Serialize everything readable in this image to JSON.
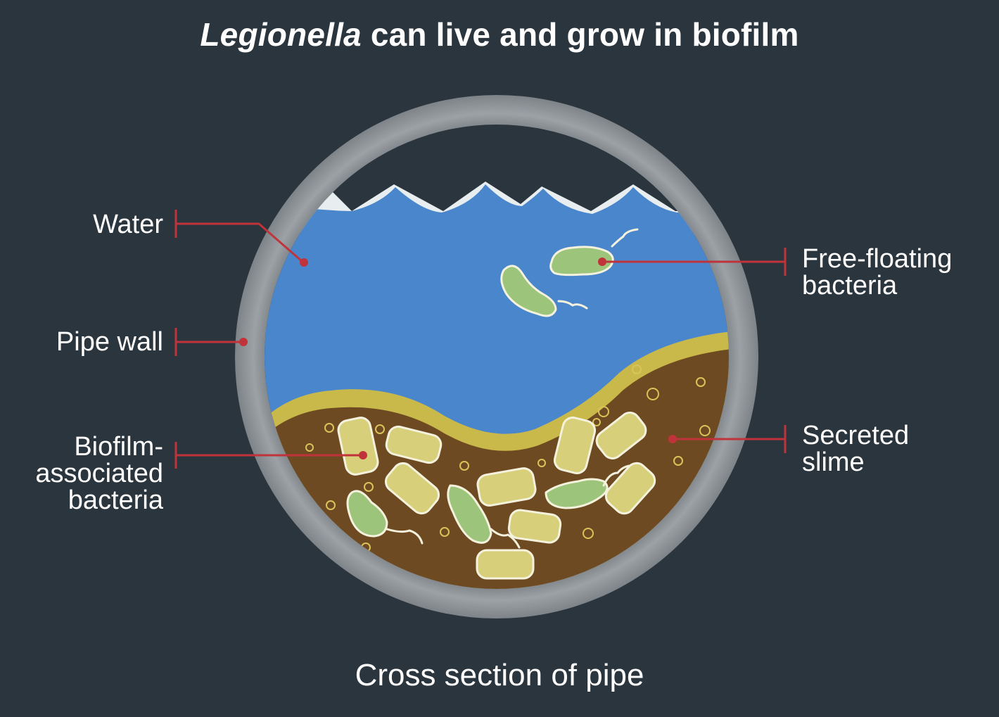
{
  "title": {
    "italic_part": "Legionella",
    "rest": " can live and grow in biofilm"
  },
  "labels": {
    "water": "Water",
    "pipe_wall": "Pipe wall",
    "biofilm_bacteria": "Biofilm-\nassociated\nbacteria",
    "free_floating": "Free-floating\nbacteria",
    "secreted_slime": "Secreted\nslime"
  },
  "caption": "Cross section of pipe",
  "colors": {
    "background": "#2b353d",
    "pipe_wall": "#8a8f94",
    "water": "#4a86cc",
    "biofilm_edge": "#c9b94a",
    "slime": "#6e4a22",
    "bacteria_yellow": "#d8cf7a",
    "bacteria_green": "#9cc47a",
    "leader_line": "#c0333a"
  }
}
